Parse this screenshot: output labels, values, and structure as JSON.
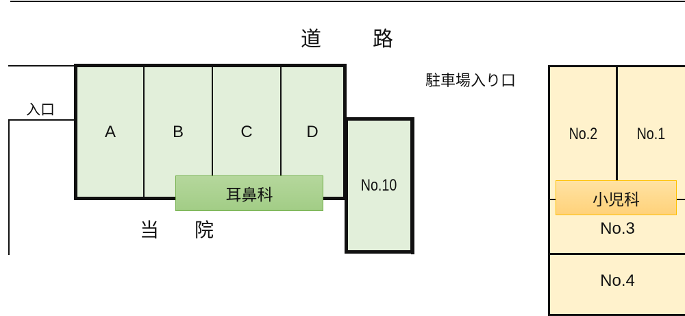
{
  "road": {
    "chars": [
      "道",
      "路"
    ]
  },
  "entrance_label": "入口",
  "clinic_label": {
    "chars": [
      "当",
      "院"
    ]
  },
  "parking_entrance_label": "駐車場入り口",
  "main_lot": {
    "spaces": [
      "A",
      "B",
      "C",
      "D"
    ],
    "department_label": "耳鼻科",
    "annex_space": "No.10",
    "fill": "#e2efda",
    "label_fill": "#a9d18e",
    "label_border": "#70ad47"
  },
  "second_lot": {
    "spaces": [
      "No.2",
      "No.1",
      "No.3",
      "No.4"
    ],
    "department_label": "小児科",
    "fill": "#fff2cc",
    "label_fill": "#ffd98a",
    "label_border": "#ffc000"
  }
}
